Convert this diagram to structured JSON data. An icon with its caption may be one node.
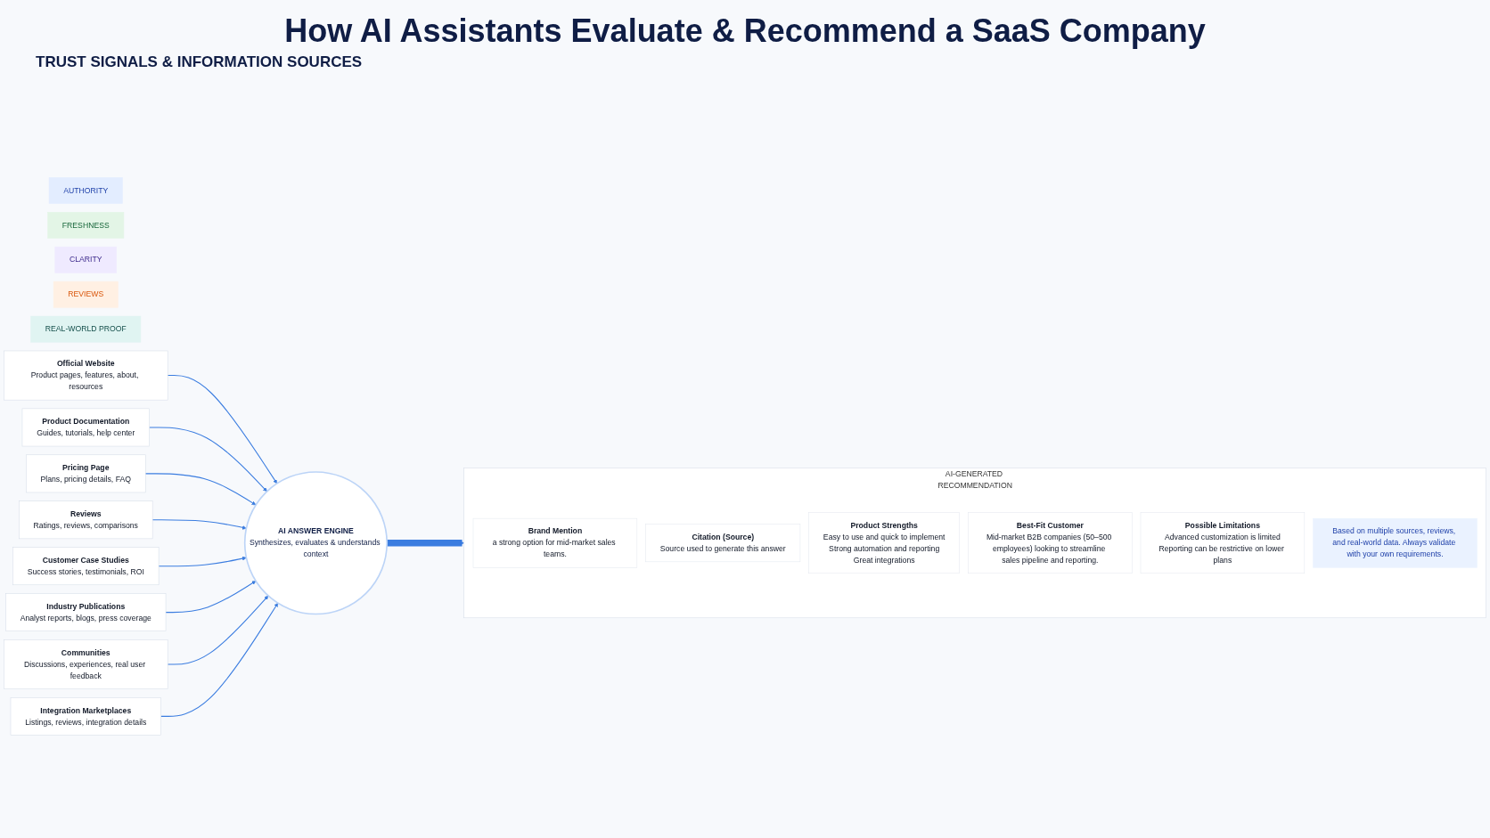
{
  "diagram": {
    "title": "How AI Assistants Evaluate & Recommend a SaaS Company",
    "nodes": [
      {
        "text": [
          "AUTHORITY"
        ]
      },
      {
        "text": [
          "FRESHNESS"
        ]
      },
      {
        "text": [
          "CLARITY"
        ]
      },
      {
        "text": [
          "REVIEWS"
        ]
      },
      {
        "text": [
          "REAL-WORLD PROOF"
        ]
      },
      {
        "text": [
          "Official Website",
          "Product pages, features, about, resources"
        ]
      },
      {
        "text": [
          "Product Documentation",
          "Guides, tutorials, help center"
        ]
      },
      {
        "text": [
          "Pricing Page",
          "Plans, pricing details, FAQ"
        ]
      },
      {
        "text": [
          "Reviews",
          "Ratings, reviews, comparisons"
        ]
      },
      {
        "text": [
          "Customer Case Studies",
          "Success stories, testimonials, ROI"
        ]
      },
      {
        "text": [
          "Industry Publications",
          "Analyst reports, blogs, press coverage"
        ]
      },
      {
        "text": [
          "Communities",
          "Discussions, experiences, real user feedback"
        ]
      },
      {
        "text": [
          "Integration Marketplaces",
          "Listings, reviews, integration details"
        ]
      },
      {
        "text": [
          "AI ANSWER ENGINE",
          "Synthesizes, evaluates & understands context"
        ]
      },
      {
        "text": [
          "AI-GENERATED RECOMMENDATION"
        ]
      },
      {
        "text": [
          "Brand Mention",
          "a strong option for mid-market sales teams."
        ],
        "in": 14
      },
      {
        "text": [
          "Citation (Source)",
          "Source used to generate this answer"
        ],
        "in": 14
      },
      {
        "text": [
          "Product Strengths",
          "Easy to use and quick to implement",
          "Strong automation and reporting",
          "Great integrations"
        ],
        "in": 14
      },
      {
        "text": [
          "Best-Fit Customer",
          "Mid-market B2B companies (50–500 employees) looking to streamline sales pipeline and reporting."
        ],
        "in": 14
      },
      {
        "text": [
          "Possible Limitations",
          "Advanced customization is limited",
          "Reporting can be restrictive on lower plans"
        ],
        "in": 14
      },
      {
        "text": [
          "Based on multiple sources, reviews, and real-world data. Always validate with your own requirements."
        ],
        "in": 14
      }
    ],
    "edges": [
      {
        "from": 5,
        "to": 13,
        "arrow": "to"
      },
      {
        "from": 6,
        "to": 13,
        "arrow": "to"
      },
      {
        "from": 7,
        "to": 13,
        "arrow": "to"
      },
      {
        "from": 8,
        "to": 13,
        "arrow": "to"
      },
      {
        "from": 9,
        "to": 13,
        "arrow": "to"
      },
      {
        "from": 10,
        "to": 13,
        "arrow": "to"
      },
      {
        "from": 11,
        "to": 13,
        "arrow": "to"
      },
      {
        "from": 12,
        "to": 13,
        "arrow": "to"
      },
      {
        "from": 13,
        "to": 14,
        "arrow": "to",
        "style": "thick"
      }
    ],
    "labels": [
      "TRUST SIGNALS & INFORMATION SOURCES"
    ]
  }
}
